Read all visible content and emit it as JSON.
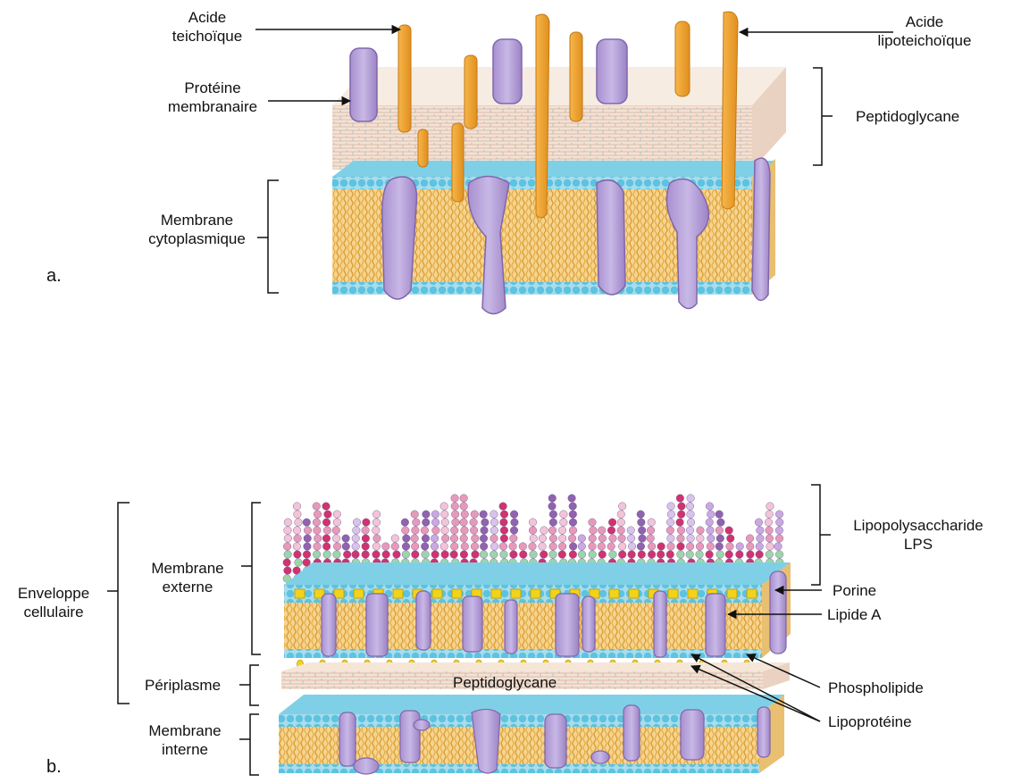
{
  "panel_a": {
    "letter": "a.",
    "labels": {
      "teichoic_acid": [
        "Acide",
        "teichoïque"
      ],
      "lipoteichoic_acid": [
        "Acide",
        "lipoteichoïque"
      ],
      "membrane_protein": [
        "Protéine",
        "membranaire"
      ],
      "peptidoglycan": "Peptidoglycane",
      "cytoplasmic_membrane": [
        "Membrane",
        "cytoplasmique"
      ]
    }
  },
  "panel_b": {
    "letter": "b.",
    "labels": {
      "lps": [
        "Lipopolysaccharide",
        "LPS"
      ],
      "cell_envelope": [
        "Enveloppe",
        "cellulaire"
      ],
      "outer_membrane": [
        "Membrane",
        "externe"
      ],
      "porin": "Porine",
      "lipid_a": "Lipide A",
      "periplasm": "Périplasme",
      "peptidoglycan": "Peptidoglycane",
      "phospholipid": "Phospholipide",
      "lipoprotein": "Lipoprotéine",
      "inner_membrane": [
        "Membrane",
        "interne"
      ]
    }
  },
  "colors": {
    "head_blue": "#5cc3e0",
    "tail_yellow": "#e8b04a",
    "protein_purple": "#b9a6da",
    "teichoic_orange": "#f2a23a",
    "peptidoglycan_tan": "#efd8c8",
    "lps_pink": "#e79ab8",
    "lps_magenta": "#d0336e",
    "lps_purple": "#8f63ad",
    "lipid_a_yellow": "#f3d21a"
  }
}
